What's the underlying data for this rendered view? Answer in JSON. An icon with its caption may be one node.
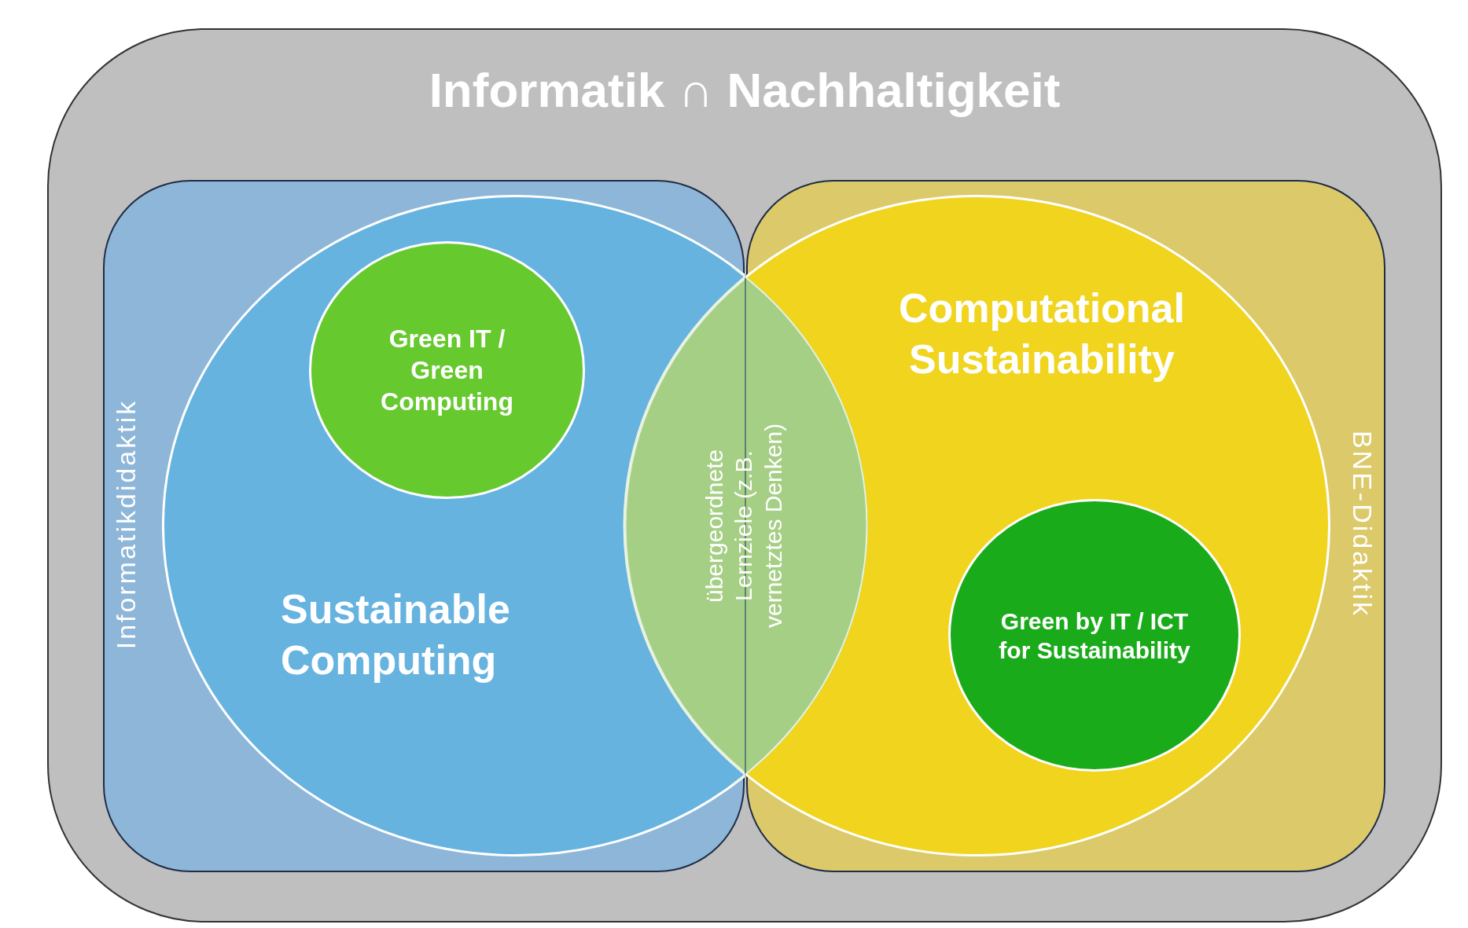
{
  "diagram": {
    "nodes": [
      {
        "text": [
          "Informatik ∩ Nachhaltigkeit"
        ]
      },
      {
        "text": [
          "Informatikdidaktik"
        ],
        "in": 0
      },
      {
        "text": [
          "BNE-Didaktik"
        ],
        "in": 0
      },
      {
        "text": [
          "Sustainable Computing"
        ],
        "in": 1
      },
      {
        "text": [
          "Green IT / Green Computing"
        ],
        "in": 3
      },
      {
        "text": [
          "Computational Sustainability"
        ],
        "in": 2
      },
      {
        "text": [
          "Green by IT / ICT for Sustainability"
        ],
        "in": 5
      },
      {
        "text": [
          "übergeordnete Lernziele (z.B. vernetztes Denken)"
        ],
        "in": 0
      }
    ]
  }
}
